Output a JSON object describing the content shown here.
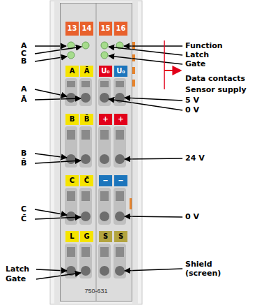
{
  "diagram": {
    "nodes": [
      {
        "text": [
          "750-631"
        ]
      },
      {
        "text": [
          "13"
        ],
        "in": 0
      },
      {
        "text": [
          "14"
        ],
        "in": 0
      },
      {
        "text": [
          "15"
        ],
        "in": 0
      },
      {
        "text": [
          "16"
        ],
        "in": 0
      },
      {
        "text": [
          "A"
        ],
        "in": 0
      },
      {
        "text": [
          "Ā"
        ],
        "in": 0
      },
      {
        "text": [
          "U₀"
        ],
        "in": 0
      },
      {
        "text": [
          "U₀"
        ],
        "in": 0
      },
      {
        "text": [
          "B"
        ],
        "in": 0
      },
      {
        "text": [
          "B̄"
        ],
        "in": 0
      },
      {
        "text": [
          "+"
        ],
        "in": 0
      },
      {
        "text": [
          "+"
        ],
        "in": 0
      },
      {
        "text": [
          "C"
        ],
        "in": 0
      },
      {
        "text": [
          "C̄"
        ],
        "in": 0
      },
      {
        "text": [
          "−"
        ],
        "in": 0
      },
      {
        "text": [
          "−"
        ],
        "in": 0
      },
      {
        "text": [
          "L"
        ],
        "in": 0
      },
      {
        "text": [
          "G"
        ],
        "in": 0
      },
      {
        "text": [
          "S"
        ],
        "in": 0
      },
      {
        "text": [
          "S"
        ],
        "in": 0
      }
    ],
    "labels": [
      "A",
      "C",
      "B",
      "Function",
      "Latch",
      "Gate",
      "Data contacts",
      "Sensor supply",
      "5 V",
      "0 V",
      "A",
      "Ā",
      "B",
      "B̄",
      "24 V",
      "C",
      "C̄",
      "0 V",
      "Latch",
      "Gate",
      "Shield (screen)"
    ]
  }
}
